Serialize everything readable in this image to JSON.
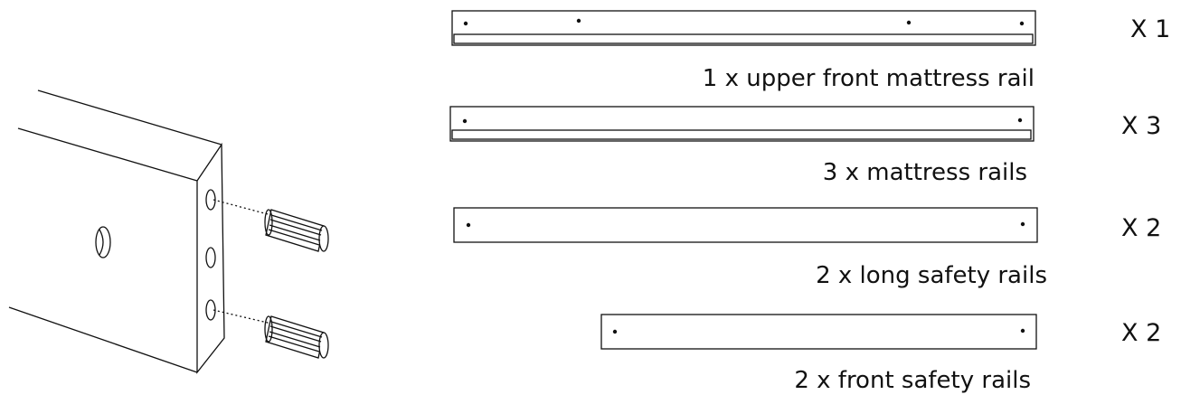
{
  "parts": [
    {
      "label": "1 x upper front mattress rail",
      "quantity": "X 1"
    },
    {
      "label": "3 x mattress rails",
      "quantity": "X 3"
    },
    {
      "label": "2 x long safety rails",
      "quantity": "X 2"
    },
    {
      "label": "2 x front safety rails",
      "quantity": "X 2"
    }
  ]
}
